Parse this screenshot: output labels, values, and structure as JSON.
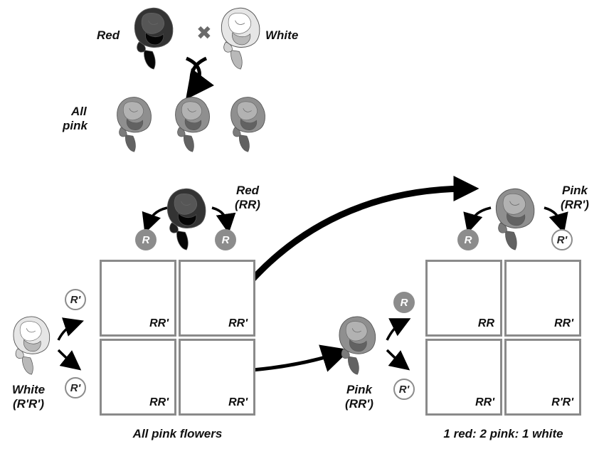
{
  "p_cross": {
    "red_label": "Red",
    "white_label": "White",
    "cross_symbol": "✖",
    "f1_label_line1": "All",
    "f1_label_line2": "pink"
  },
  "left_square": {
    "parent_top_label": "Red",
    "parent_top_genotype": "(RR)",
    "parent_side_label": "White",
    "parent_side_genotype": "(R'R')",
    "top_alleles": [
      "R",
      "R"
    ],
    "side_alleles": [
      "R'",
      "R'"
    ],
    "cells": [
      "RR'",
      "RR'",
      "RR'",
      "RR'"
    ],
    "caption": "All pink flowers"
  },
  "right_square": {
    "parent_top_label": "Pink",
    "parent_top_genotype": "(RR')",
    "parent_side_label": "Pink",
    "parent_side_genotype": "(RR')",
    "top_alleles": [
      "R",
      "R'"
    ],
    "side_alleles": [
      "R",
      "R'"
    ],
    "cells": [
      "RR",
      "RR'",
      "RR'",
      "R'R'"
    ],
    "caption": "1 red: 2 pink: 1 white"
  },
  "colors": {
    "red_flower": "#333333",
    "pink_flower": "#8f8f8f",
    "white_flower": "#e6e6e6",
    "box_border": "#8a8a8a",
    "allele_R_fill": "#8c8c8c"
  }
}
